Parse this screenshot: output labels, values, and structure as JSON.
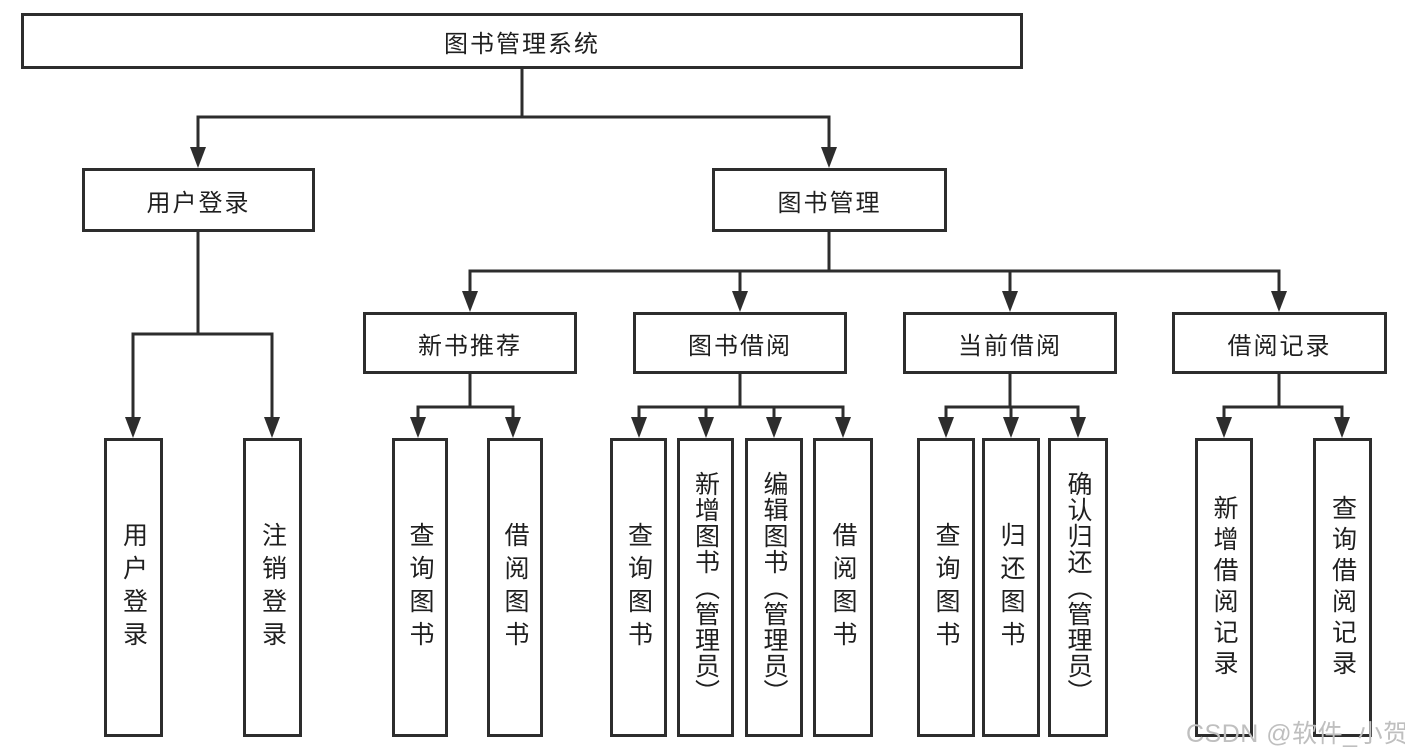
{
  "diagram_title": "图书管理系统",
  "nodes": {
    "root": {
      "label": "图书管理系统"
    },
    "level2": [
      {
        "label": "用户登录"
      },
      {
        "label": "图书管理"
      }
    ],
    "level3": [
      {
        "label": "新书推荐"
      },
      {
        "label": "图书借阅"
      },
      {
        "label": "当前借阅"
      },
      {
        "label": "借阅记录"
      }
    ],
    "leaves": [
      {
        "label": "用户登录",
        "parent": "用户登录"
      },
      {
        "label": "注销登录",
        "parent": "用户登录"
      },
      {
        "label": "查询图书",
        "parent": "新书推荐"
      },
      {
        "label": "借阅图书",
        "parent": "新书推荐"
      },
      {
        "label": "查询图书",
        "parent": "图书借阅"
      },
      {
        "label": "新增图书（管理员）",
        "parent": "图书借阅"
      },
      {
        "label": "编辑图书（管理员）",
        "parent": "图书借阅"
      },
      {
        "label": "借阅图书",
        "parent": "图书借阅"
      },
      {
        "label": "查询图书",
        "parent": "当前借阅"
      },
      {
        "label": "归还图书",
        "parent": "当前借阅"
      },
      {
        "label": "确认归还（管理员）",
        "parent": "当前借阅"
      },
      {
        "label": "新增借阅记录",
        "parent": "借阅记录"
      },
      {
        "label": "查询借阅记录",
        "parent": "借阅记录"
      }
    ]
  },
  "watermark": "CSDN @软件_小贺同学",
  "colors": {
    "line": "#2d2d2d",
    "text": "#1f1f1f",
    "watermark": "#bfbfbf",
    "background": "#ffffff"
  }
}
